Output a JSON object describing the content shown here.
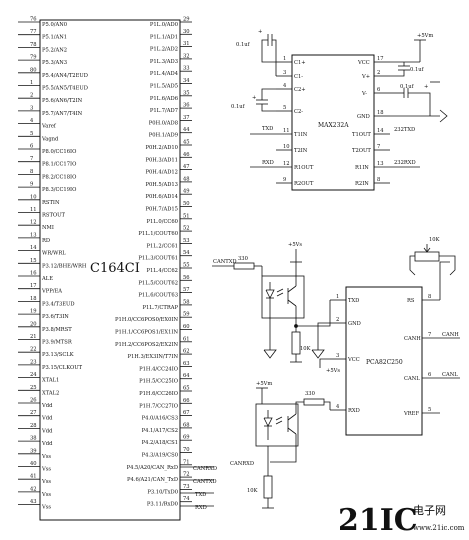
{
  "mcu": {
    "name": "C164CI",
    "left_pins": [
      {
        "num": "76",
        "label": "P5.0/AN0"
      },
      {
        "num": "77",
        "label": "P5.1/AN1"
      },
      {
        "num": "78",
        "label": "P5.2/AN2"
      },
      {
        "num": "79",
        "label": "P5.3/AN3"
      },
      {
        "num": "80",
        "label": "P5.4/AN4/T2EUD"
      },
      {
        "num": "1",
        "label": "P5.5/AN5/T4EUD"
      },
      {
        "num": "2",
        "label": "P5.6/AN6/T2IN"
      },
      {
        "num": "3",
        "label": "P5.7/AN7/T4IN"
      },
      {
        "num": "4",
        "label": "Varef"
      },
      {
        "num": "5",
        "label": "Vagnd"
      },
      {
        "num": "6",
        "label": "P8.0/CC16IO"
      },
      {
        "num": "7",
        "label": "P8.1/CC17IO"
      },
      {
        "num": "8",
        "label": "P8.2/CC18IO"
      },
      {
        "num": "9",
        "label": "P8.3/CC19IO"
      },
      {
        "num": "10",
        "label": "RSTIN"
      },
      {
        "num": "11",
        "label": "RSTOUT"
      },
      {
        "num": "12",
        "label": "NMI"
      },
      {
        "num": "13",
        "label": "RD"
      },
      {
        "num": "14",
        "label": "WR/WRL"
      },
      {
        "num": "15",
        "label": "P3.12/BHE/WRH"
      },
      {
        "num": "16",
        "label": "ALE"
      },
      {
        "num": "17",
        "label": "VPP/EA"
      },
      {
        "num": "18",
        "label": "P3.4/T3EUD"
      },
      {
        "num": "19",
        "label": "P3.6/T3IN"
      },
      {
        "num": "20",
        "label": "P3.8/MRST"
      },
      {
        "num": "21",
        "label": "P3.9/MTSR"
      },
      {
        "num": "22",
        "label": "P3.13/SCLK"
      },
      {
        "num": "23",
        "label": "P3.15/CLKOUT"
      },
      {
        "num": "24",
        "label": "XTAL1"
      },
      {
        "num": "25",
        "label": "XTAL2"
      },
      {
        "num": "26",
        "label": "Vdd"
      },
      {
        "num": "27",
        "label": "Vdd"
      },
      {
        "num": "28",
        "label": "Vdd"
      },
      {
        "num": "38",
        "label": "Vdd"
      },
      {
        "num": "39",
        "label": "Vss"
      },
      {
        "num": "40",
        "label": "Vss"
      },
      {
        "num": "41",
        "label": "Vss"
      },
      {
        "num": "42",
        "label": "Vss"
      },
      {
        "num": "43",
        "label": "Vss"
      }
    ],
    "right_pins": [
      {
        "num": "29",
        "label": "P1L.0/AD0"
      },
      {
        "num": "30",
        "label": "P1L.1/AD1"
      },
      {
        "num": "31",
        "label": "P1L.2/AD2"
      },
      {
        "num": "32",
        "label": "P1L.3/AD3"
      },
      {
        "num": "33",
        "label": "P1L.4/AD4"
      },
      {
        "num": "34",
        "label": "P1L.5/AD5"
      },
      {
        "num": "35",
        "label": "P1L.6/AD6"
      },
      {
        "num": "36",
        "label": "P1L.7/AD7"
      },
      {
        "num": "37",
        "label": "P0H.0/AD8"
      },
      {
        "num": "44",
        "label": "P0H.1/AD9"
      },
      {
        "num": "45",
        "label": "P0H.2/AD10"
      },
      {
        "num": "46",
        "label": "P0H.3/AD11"
      },
      {
        "num": "47",
        "label": "P0H.4/AD12"
      },
      {
        "num": "48",
        "label": "P0H.5/AD13"
      },
      {
        "num": "49",
        "label": "P0H.6/AD14"
      },
      {
        "num": "50",
        "label": "P0H.7/AD15"
      },
      {
        "num": "51",
        "label": "P1L.0/CC60"
      },
      {
        "num": "52",
        "label": "P1L.1/COUT60"
      },
      {
        "num": "53",
        "label": "P1L.2/CC61"
      },
      {
        "num": "54",
        "label": "P1L.3/COUT61"
      },
      {
        "num": "55",
        "label": "P1L.4/CC62"
      },
      {
        "num": "56",
        "label": "P1L.5/COUT62"
      },
      {
        "num": "57",
        "label": "P1L.6/COUT63"
      },
      {
        "num": "58",
        "label": "P1L.7/CTRAP"
      },
      {
        "num": "59",
        "label": "P1H.0/CC6POS0/EX0IN"
      },
      {
        "num": "60",
        "label": "P1H.1/CC6POS1/EX1IN"
      },
      {
        "num": "61",
        "label": "P1H.2/CC6POS2/EX2IN"
      },
      {
        "num": "62",
        "label": "P1H.3/EX3IN/T7IN"
      },
      {
        "num": "63",
        "label": "P1H.4/CC24IO"
      },
      {
        "num": "64",
        "label": "P1H.5/CC25IO"
      },
      {
        "num": "65",
        "label": "P1H.6/CC26IO"
      },
      {
        "num": "66",
        "label": "P1H.7/CC27IO"
      },
      {
        "num": "67",
        "label": "P4.0/A16/CS3"
      },
      {
        "num": "68",
        "label": "P4.1/A17/CS2"
      },
      {
        "num": "69",
        "label": "P4.2/A18/CS1"
      },
      {
        "num": "70",
        "label": "P4.3/A19/CS0"
      },
      {
        "num": "71",
        "label": "P4.5/A20/CAN_RxD"
      },
      {
        "num": "72",
        "label": "P4.6/A21/CAN_TxD"
      },
      {
        "num": "73",
        "label": "P3.10/TxD0"
      },
      {
        "num": "74",
        "label": "P3.11/RxD0"
      }
    ],
    "right_nets": {
      "canrxd": "CANRXD",
      "cantxd": "CANTXD",
      "txd": "TXD",
      "rxd": "RXD"
    }
  },
  "max232": {
    "name": "MAX232A",
    "left_pins": [
      {
        "num": "1",
        "label": "C1+"
      },
      {
        "num": "3",
        "label": "C1-"
      },
      {
        "num": "4",
        "label": "C2+"
      },
      {
        "num": "5",
        "label": "C2-"
      },
      {
        "num": "11",
        "label": "T1IN"
      },
      {
        "num": "10",
        "label": "T2IN"
      },
      {
        "num": "12",
        "label": "R1OUT"
      },
      {
        "num": "9",
        "label": "R2OUT"
      }
    ],
    "right_pins": [
      {
        "num": "17",
        "label": "VCC"
      },
      {
        "num": "2",
        "label": "V+"
      },
      {
        "num": "6",
        "label": "V-"
      },
      {
        "num": "18",
        "label": "GND"
      },
      {
        "num": "14",
        "label": "T1OUT"
      },
      {
        "num": "7",
        "label": "T2OUT"
      },
      {
        "num": "13",
        "label": "R1IN"
      },
      {
        "num": "8",
        "label": "R2IN"
      }
    ],
    "nets": {
      "txd": "TXD",
      "rxd": "RXD",
      "232txd": "232TXD",
      "232rxd": "232RXD"
    },
    "caps": {
      "c1": "0.1uf",
      "c2": "0.1uf",
      "c3": "0.1uf",
      "c4": "0.1uf"
    },
    "supply": "+5Vm"
  },
  "can": {
    "name": "PCA82C250",
    "left_pins": [
      {
        "num": "1",
        "label": "TXD"
      },
      {
        "num": "2",
        "label": "GND"
      },
      {
        "num": "3",
        "label": "VCC"
      },
      {
        "num": "4",
        "label": "RXD"
      }
    ],
    "right_pins": [
      {
        "num": "8",
        "label": "RS"
      },
      {
        "num": "7",
        "label": "CANH"
      },
      {
        "num": "6",
        "label": "CANL"
      },
      {
        "num": "5",
        "label": "VREF"
      }
    ],
    "nets": {
      "cantxd": "CANTXD",
      "canrxd": "CANRXD",
      "canh": "CANH",
      "canl": "CANL"
    },
    "resistors": {
      "r_tx": "330",
      "r_rx": "330",
      "r_pd1": "10K",
      "r_pd2": "10K",
      "r_pot": "10K"
    },
    "supplies": {
      "s1": "+5Vs",
      "s2": "+5Vs",
      "s3": "+5Vm"
    }
  },
  "watermark": {
    "brand": "21IC",
    "cn": "电子网",
    "url": "www.21ic.com"
  }
}
